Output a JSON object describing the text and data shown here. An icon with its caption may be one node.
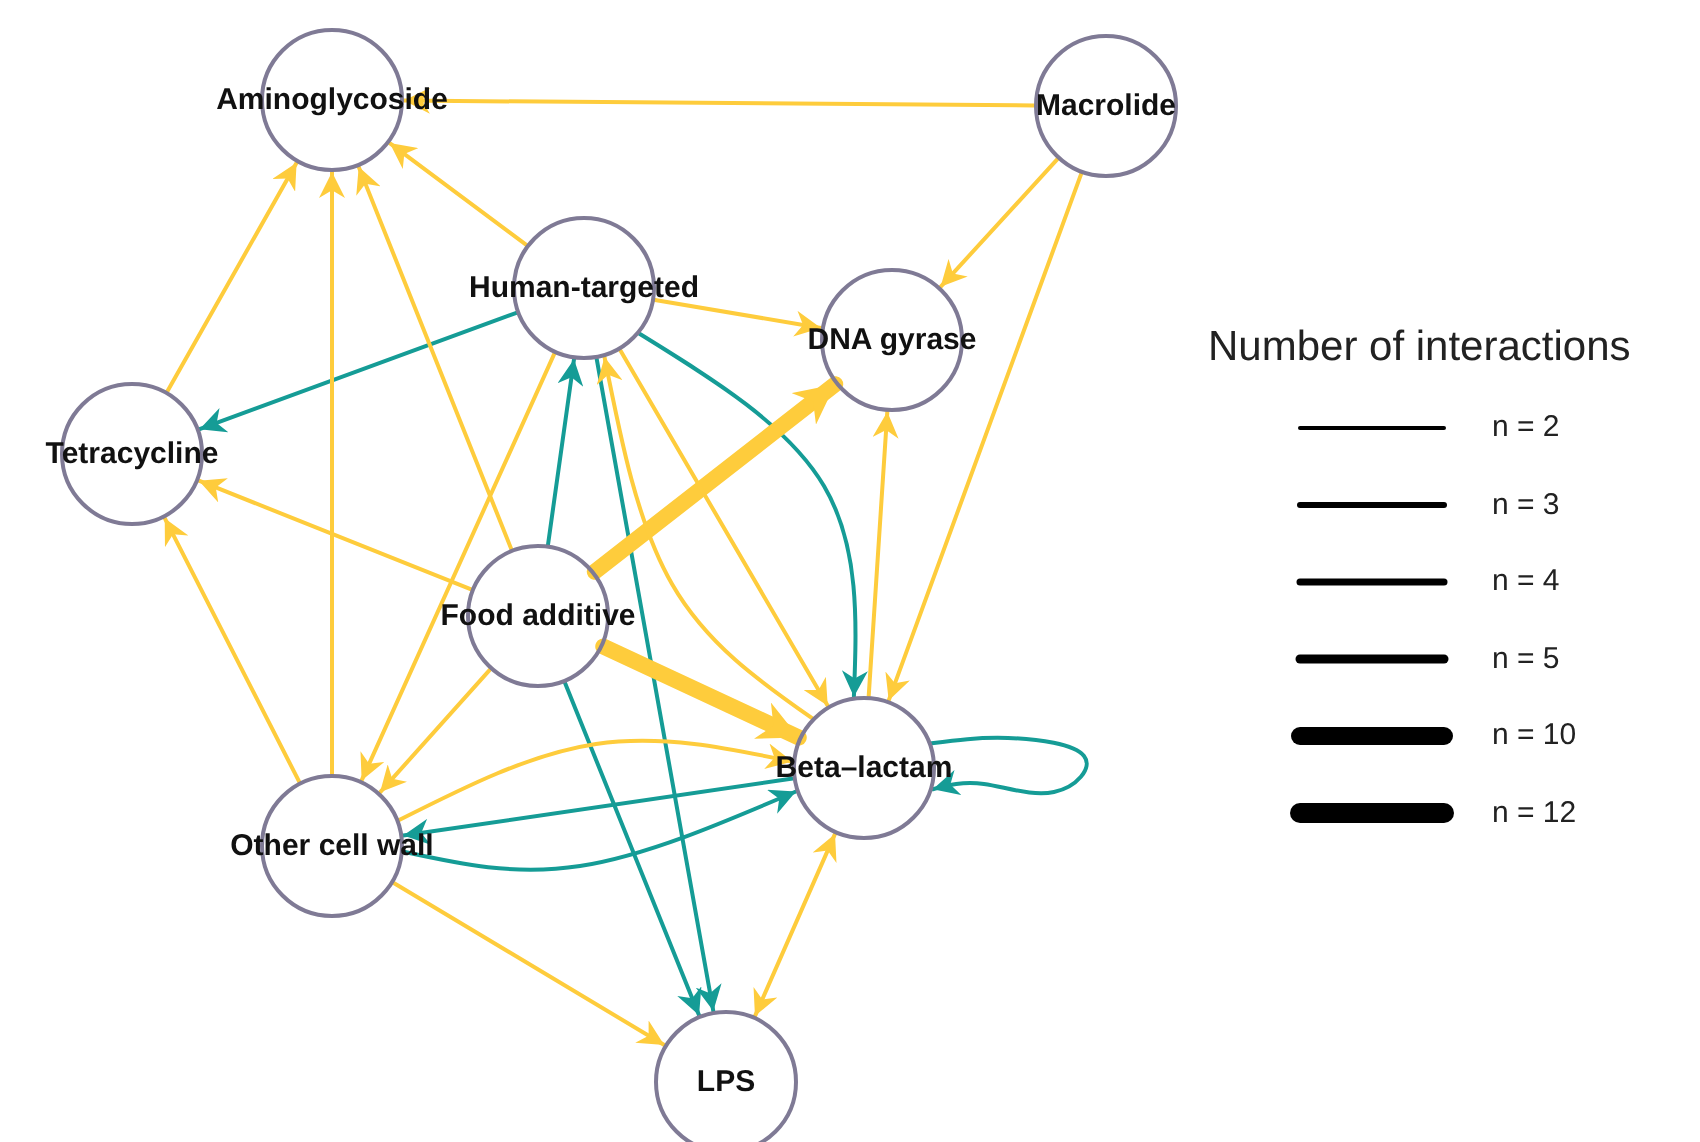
{
  "diagram": {
    "nodes": [
      {
        "text": [
          "Aminoglycoside"
        ]
      },
      {
        "text": [
          "Macrolide"
        ]
      },
      {
        "text": [
          "Human-targeted"
        ]
      },
      {
        "text": [
          "DNA gyrase"
        ]
      },
      {
        "text": [
          "Tetracycline"
        ]
      },
      {
        "text": [
          "Food additive"
        ]
      },
      {
        "text": [
          "Beta–lactam"
        ]
      },
      {
        "text": [
          "Other cell wall"
        ]
      },
      {
        "text": [
          "LPS"
        ]
      }
    ],
    "edges": [
      {
        "from": 1,
        "to": 0,
        "arrow": "to"
      },
      {
        "from": 1,
        "to": 3,
        "arrow": "to"
      },
      {
        "from": 1,
        "to": 6,
        "arrow": "to"
      },
      {
        "from": 2,
        "to": 0,
        "arrow": "to"
      },
      {
        "from": 2,
        "to": 3,
        "arrow": "to"
      },
      {
        "from": 2,
        "to": 4,
        "arrow": "to",
        "color": "#159c96"
      },
      {
        "from": 2,
        "to": 7,
        "arrow": "to"
      },
      {
        "from": 2,
        "to": 6,
        "arrow": "to",
        "color": "#159c96"
      },
      {
        "from": 2,
        "to": 8,
        "arrow": "to",
        "color": "#159c96"
      },
      {
        "from": 5,
        "to": 2,
        "arrow": "to",
        "color": "#159c96"
      },
      {
        "from": 5,
        "to": 3,
        "arrow": "to",
        "style": "thick"
      },
      {
        "from": 5,
        "to": 6,
        "arrow": "to",
        "style": "thick"
      },
      {
        "from": 5,
        "to": 4,
        "arrow": "to"
      },
      {
        "from": 5,
        "to": 0,
        "arrow": "to"
      },
      {
        "from": 5,
        "to": 7,
        "arrow": "to"
      },
      {
        "from": 5,
        "to": 8,
        "arrow": "to",
        "color": "#159c96"
      },
      {
        "from": 6,
        "to": 2,
        "arrow": "to"
      },
      {
        "from": 2,
        "to": 6,
        "arrow": "to"
      },
      {
        "from": 6,
        "to": 3,
        "arrow": "to"
      },
      {
        "from": 6,
        "to": 6,
        "arrow": "to",
        "color": "#159c96"
      },
      {
        "from": 6,
        "to": 7,
        "arrow": "to",
        "color": "#159c96"
      },
      {
        "from": 7,
        "to": 6,
        "arrow": "to",
        "color": "#159c96"
      },
      {
        "from": 7,
        "to": 6,
        "arrow": "to"
      },
      {
        "from": 7,
        "to": 0,
        "arrow": "to"
      },
      {
        "from": 7,
        "to": 4,
        "arrow": "to"
      },
      {
        "from": 7,
        "to": 8,
        "arrow": "to"
      },
      {
        "from": 6,
        "to": 8,
        "arrow": "both"
      },
      {
        "from": 4,
        "to": 0,
        "arrow": "to"
      }
    ],
    "labels": [
      "Number of interactions"
    ],
    "legend": [
      {
        "text": "n = 2"
      },
      {
        "text": "n = 3"
      },
      {
        "text": "n = 4"
      },
      {
        "text": "n = 5"
      },
      {
        "text": "n = 10"
      },
      {
        "text": "n = 12"
      }
    ]
  }
}
